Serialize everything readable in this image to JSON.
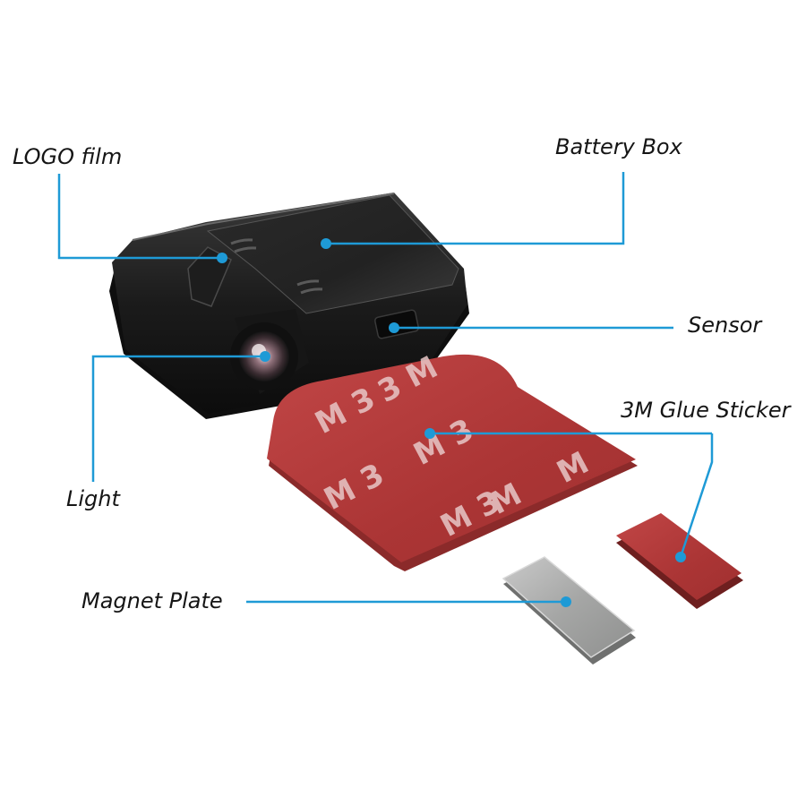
{
  "labels": {
    "logo_film": "LOGO film",
    "battery_box": "Battery Box",
    "sensor": "Sensor",
    "glue_sticker": "3M Glue Sticker",
    "light": "Light",
    "magnet_plate": "Magnet Plate"
  },
  "colors": {
    "callout_line": "#1e9ad6",
    "projector_body": "#1a1a1a",
    "sticker_red": "#b23a3a",
    "magnet_grey": "#a9aaa9"
  }
}
